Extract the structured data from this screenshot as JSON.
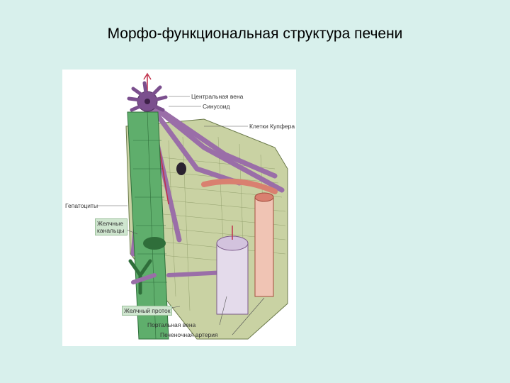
{
  "slide": {
    "title": "Морфо-функциональная структура печени"
  },
  "figure": {
    "labels": {
      "central_vein": "Центральная вена",
      "sinusoid": "Синусоид",
      "kupffer_cells": "Клетки Купфера",
      "hepatocytes": "Гепатоциты",
      "bile_canaliculi": "Желчные канальцы",
      "bile_duct": "Желчный проток",
      "portal_vein": "Портальная вена",
      "hepatic_artery": "Печеночная артерия"
    },
    "colors": {
      "hepatocyte_plate": "#c9d2a3",
      "sinusoid": "#9a6ea8",
      "bile_duct": "#4a9c5a",
      "artery": "#d98070",
      "portal_vein": "#e4dbeb"
    }
  }
}
